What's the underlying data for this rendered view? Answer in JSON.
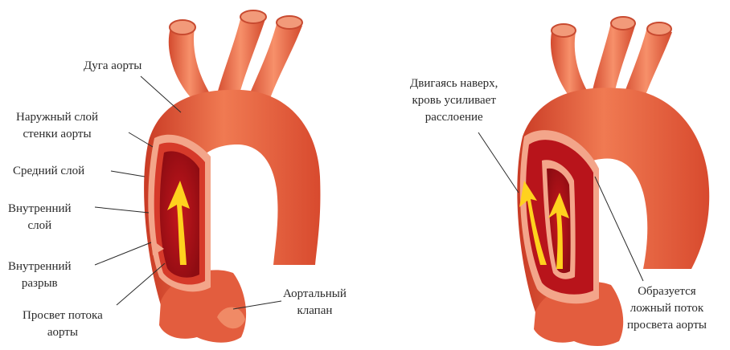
{
  "left_panel": {
    "arch": "Дуга аорты",
    "outer": "Наружный слой\nстенки аорты",
    "middle": "Средний слой",
    "inner": "Внутренний\nслой",
    "tear": "Внутренний\nразрыв",
    "lumen": "Просвет потока\nаорты",
    "valve": "Аортальный\nклапан"
  },
  "right_panel": {
    "moving_up": "Двигаясь наверх,\nкровь усиливает\nрасслоение",
    "false_lumen": "Образуется\nложный поток\nпросвета аорты"
  },
  "colors": {
    "aorta": "#e8573a",
    "aorta_light": "#f58a62",
    "interior": "#b8141b",
    "arrow": "#ffd21e"
  }
}
